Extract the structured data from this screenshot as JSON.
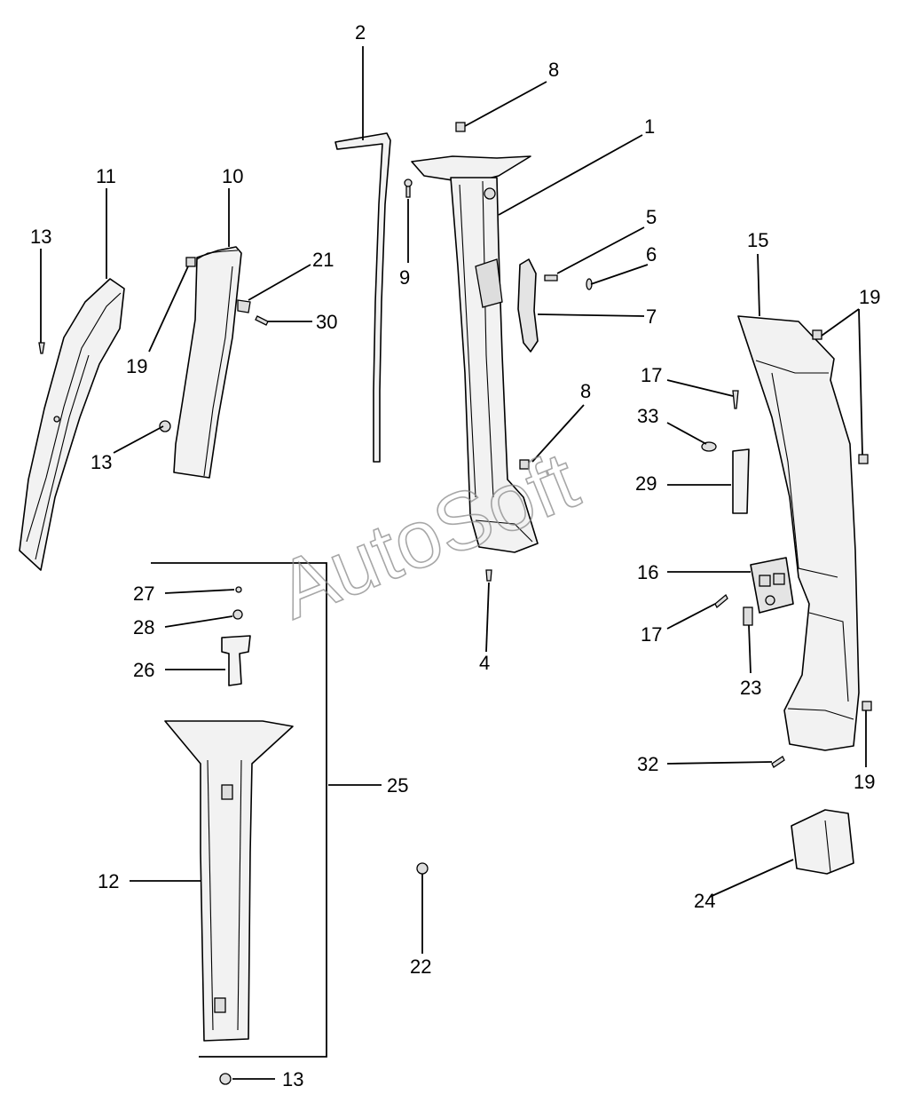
{
  "watermark": "AutoSoft",
  "callouts": {
    "c1": "1",
    "c2": "2",
    "c4": "4",
    "c5": "5",
    "c6": "6",
    "c7": "7",
    "c8a": "8",
    "c8b": "8",
    "c9": "9",
    "c10": "10",
    "c11": "11",
    "c12": "12",
    "c13a": "13",
    "c13b": "13",
    "c13c": "13",
    "c15": "15",
    "c16": "16",
    "c17a": "17",
    "c17b": "17",
    "c19a": "19",
    "c19b": "19",
    "c19c": "19",
    "c21": "21",
    "c22": "22",
    "c23": "23",
    "c24": "24",
    "c25": "25",
    "c26": "26",
    "c27": "27",
    "c28": "28",
    "c29": "29",
    "c30": "30",
    "c32": "32",
    "c33": "33"
  }
}
